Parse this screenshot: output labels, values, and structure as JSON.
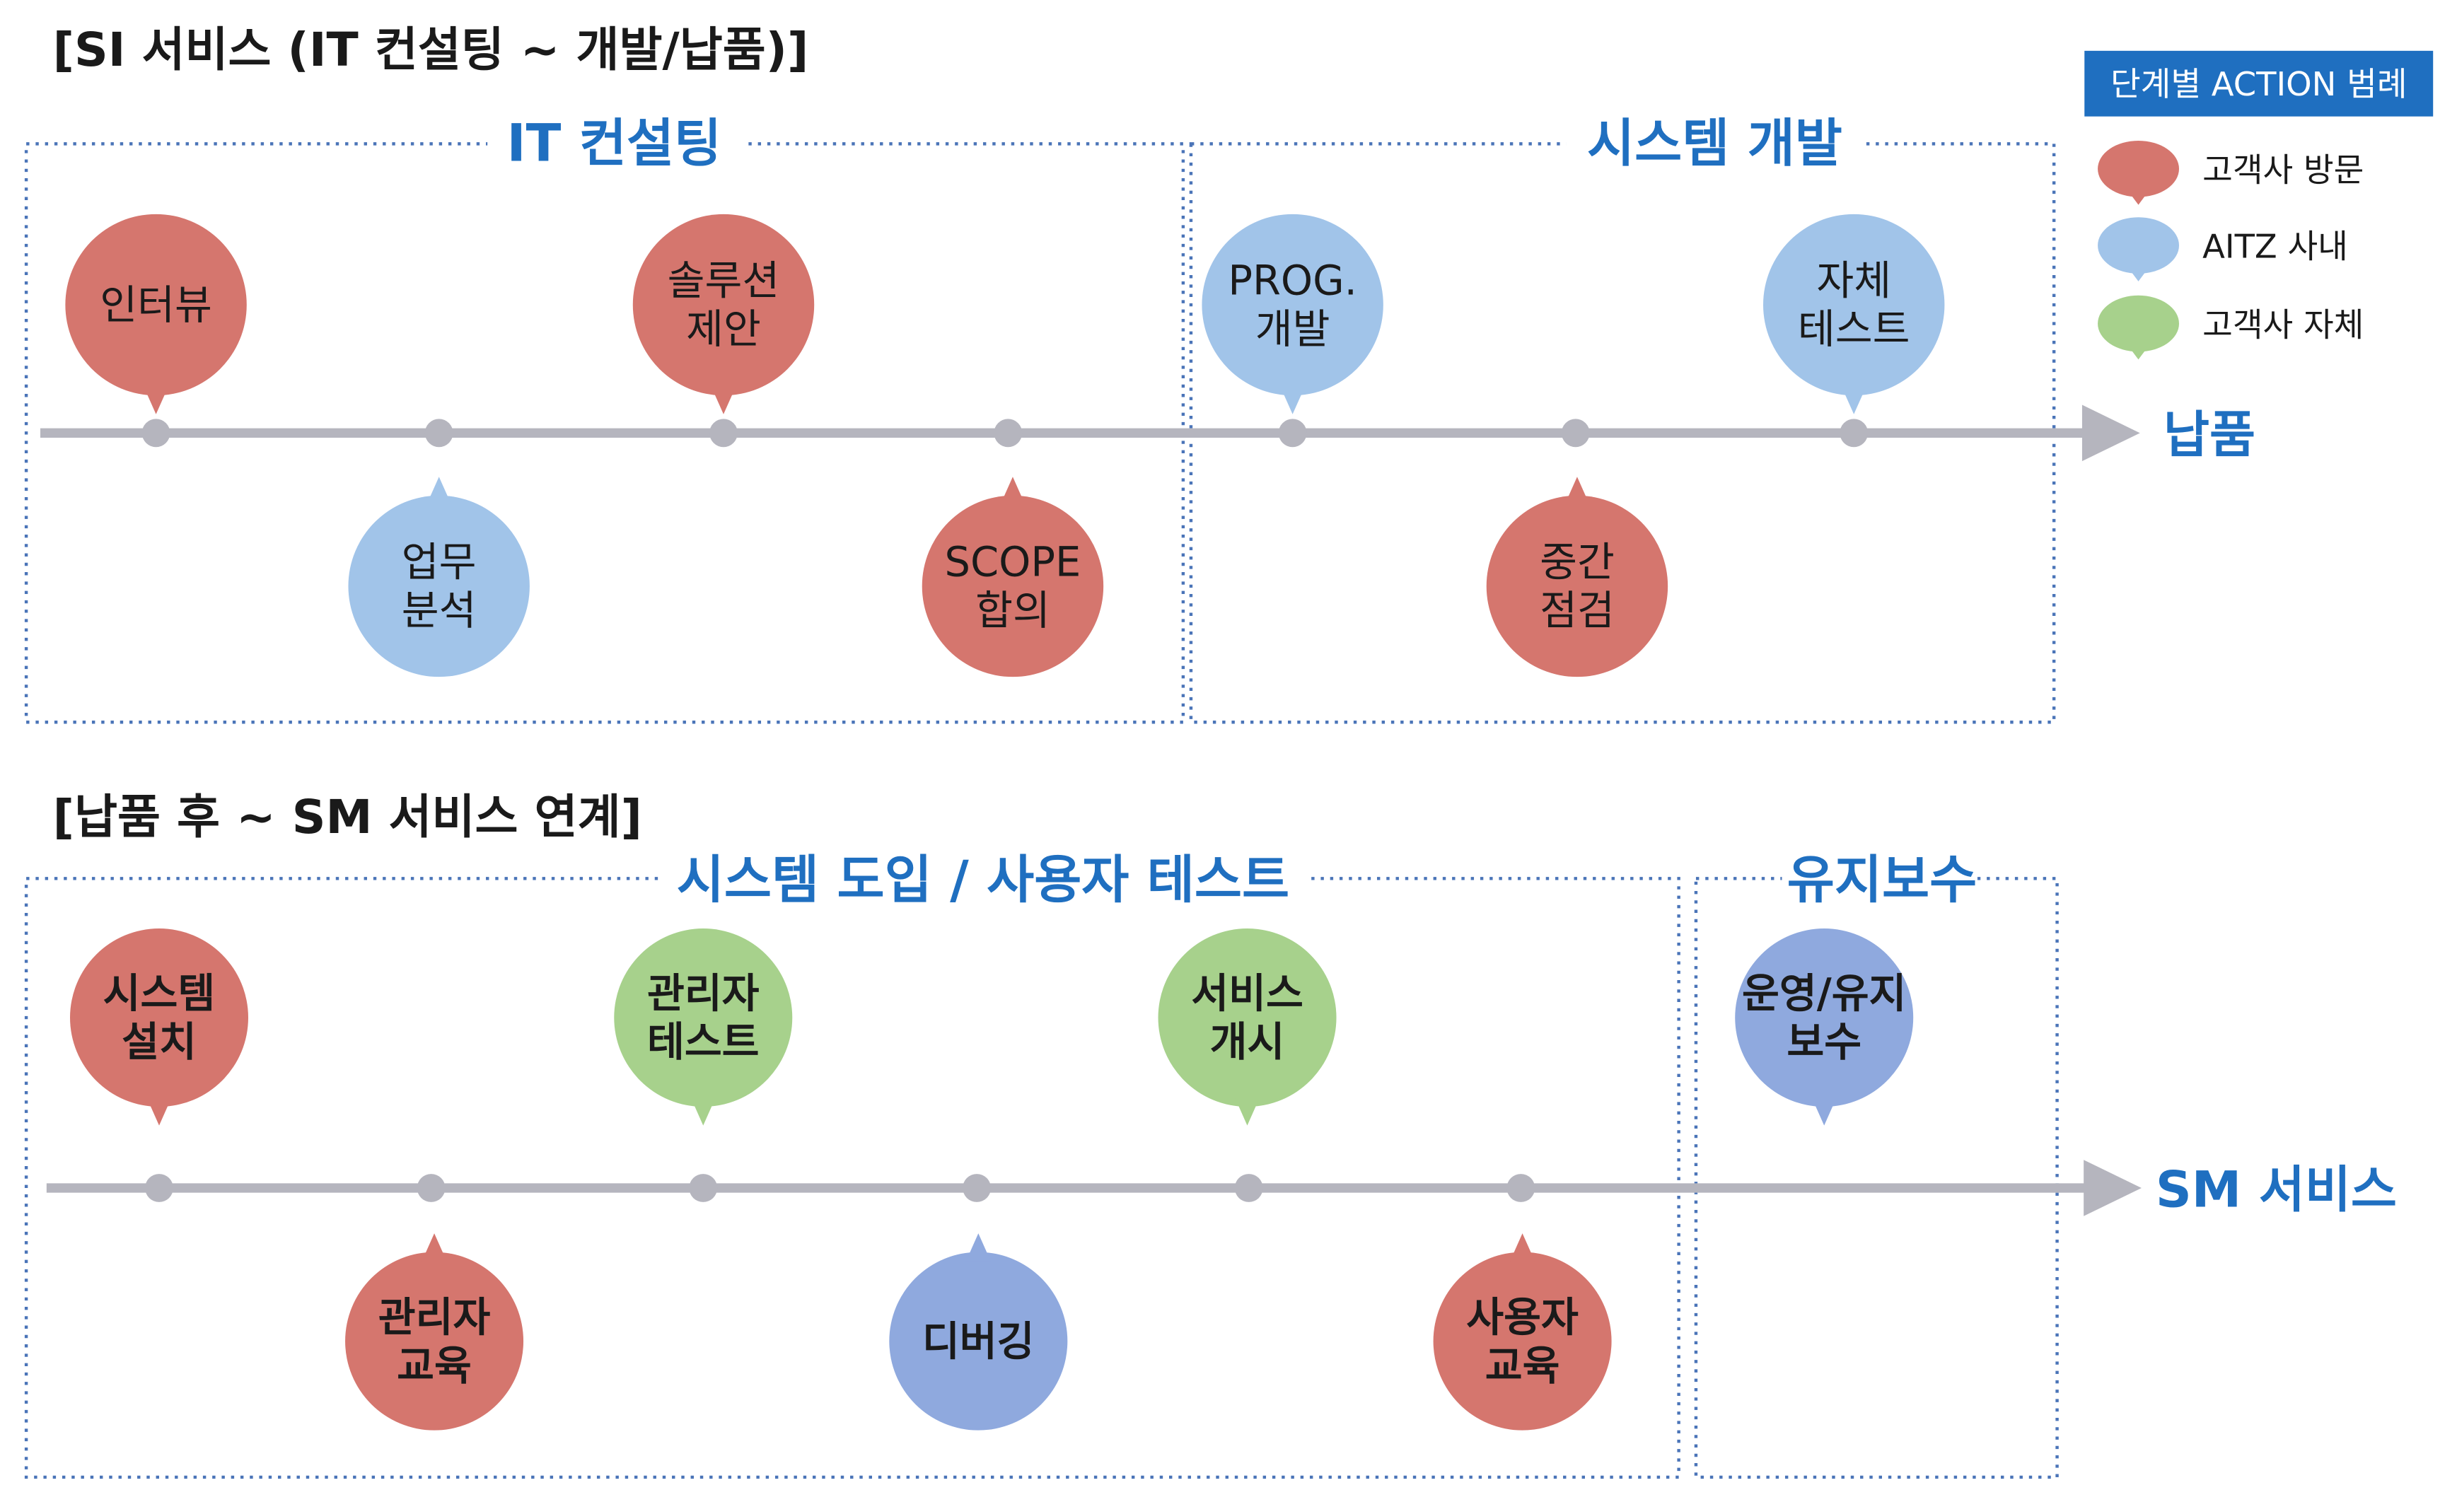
{
  "colors": {
    "client_visit": "#d5766e",
    "aitz_internal": "#a1c4e9",
    "client_self": "#a7d18c",
    "maintenance": "#8fa9de",
    "phase_text": "#1f6fc0",
    "timeline": "#b5b5be",
    "legend_header": "#1f6fc0"
  },
  "section1": {
    "title": "[SI 서비스 (IT 컨설팅 ~ 개발/납품)]",
    "phases": [
      "IT 컨설팅",
      "시스템 개발"
    ],
    "end_label": "납품",
    "bubbles": [
      {
        "lines": [
          "인터뷰"
        ],
        "color": "client_visit",
        "pos": "above"
      },
      {
        "lines": [
          "업무",
          "분석"
        ],
        "color": "aitz_internal",
        "pos": "below"
      },
      {
        "lines": [
          "솔루션",
          "제안"
        ],
        "color": "client_visit",
        "pos": "above"
      },
      {
        "lines": [
          "SCOPE",
          "합의"
        ],
        "color": "client_visit",
        "pos": "below"
      },
      {
        "lines": [
          "PROG.",
          "개발"
        ],
        "color": "aitz_internal",
        "pos": "above"
      },
      {
        "lines": [
          "중간",
          "점검"
        ],
        "color": "client_visit",
        "pos": "below"
      },
      {
        "lines": [
          "자체",
          "테스트"
        ],
        "color": "aitz_internal",
        "pos": "above"
      }
    ]
  },
  "section2": {
    "title": "[납품 후 ~ SM 서비스 연계]",
    "phases": [
      "시스템 도입 / 사용자 테스트",
      "유지보수"
    ],
    "end_label": "SM 서비스",
    "bubbles": [
      {
        "lines": [
          "시스템",
          "설치"
        ],
        "color": "client_visit",
        "pos": "above"
      },
      {
        "lines": [
          "관리자",
          "교육"
        ],
        "color": "client_visit",
        "pos": "below"
      },
      {
        "lines": [
          "관리자",
          "테스트"
        ],
        "color": "client_self",
        "pos": "above"
      },
      {
        "lines": [
          "디버깅"
        ],
        "color": "maintenance",
        "pos": "below"
      },
      {
        "lines": [
          "서비스",
          "개시"
        ],
        "color": "client_self",
        "pos": "above"
      },
      {
        "lines": [
          "사용자",
          "교육"
        ],
        "color": "client_visit",
        "pos": "below"
      },
      {
        "lines": [
          "운영/유지",
          "보수"
        ],
        "color": "maintenance",
        "pos": "above"
      }
    ]
  },
  "legend": {
    "title": "단계별 ACTION 범례",
    "items": [
      {
        "label": "고객사 방문",
        "color": "client_visit"
      },
      {
        "label": "AITZ 사내",
        "color": "aitz_internal"
      },
      {
        "label": "고객사 자체",
        "color": "client_self"
      }
    ]
  }
}
